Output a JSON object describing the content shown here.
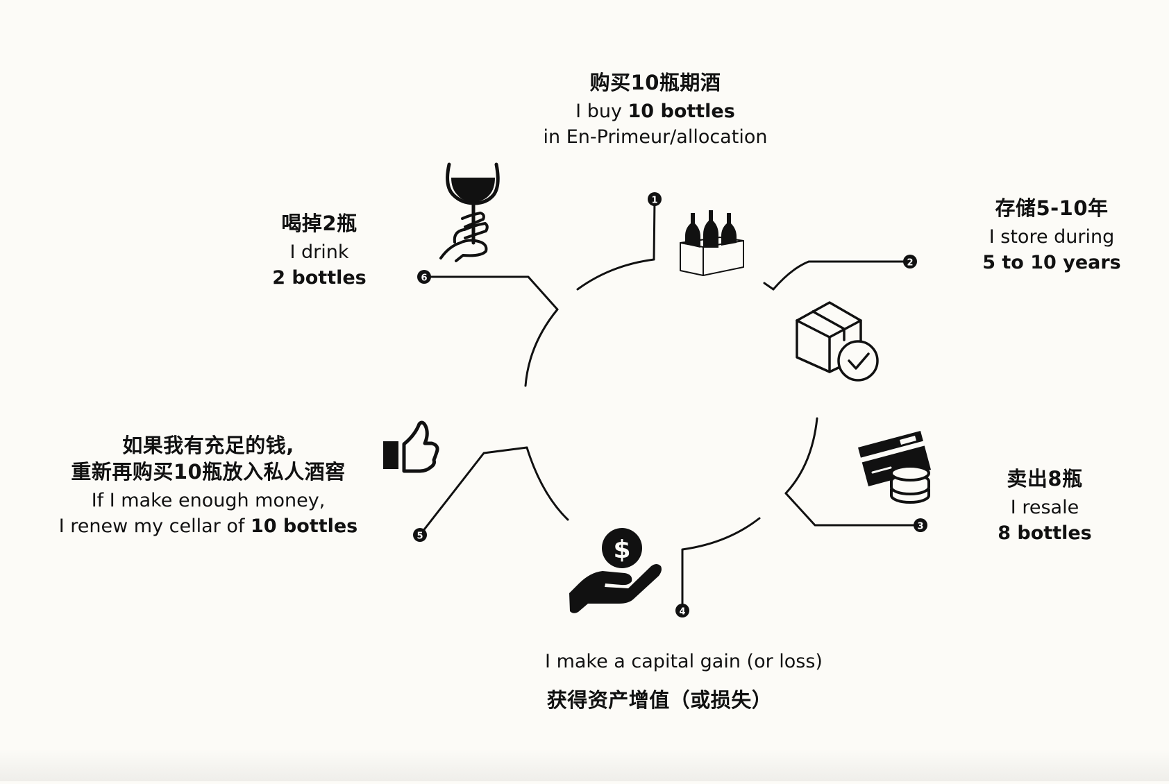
{
  "steps": [
    {
      "number": "1",
      "zh": "购买10瓶期酒",
      "en_line1_pre": "I buy ",
      "en_line1_bold": "10 bottles",
      "en_line2": "in En-Primeur/allocation",
      "icon": "wine-crate-icon"
    },
    {
      "number": "2",
      "zh": "存储5-10年",
      "en_line1": "I store during",
      "en_line2_bold": "5 to 10 years",
      "icon": "box-checkmark-icon"
    },
    {
      "number": "3",
      "zh": "卖出8瓶",
      "en_line1": "I resale",
      "en_line2_bold": "8 bottles",
      "icon": "credit-card-coins-icon"
    },
    {
      "number": "4",
      "en_line1": "I make a capital gain (or loss)",
      "zh": "获得资产增值（或损失）",
      "icon": "hand-dollar-coin-icon"
    },
    {
      "number": "5",
      "zh_line1": "如果我有充足的钱,",
      "zh_line2": "重新再购买10瓶放入私人酒窖",
      "en_line1": "If I make enough money,",
      "en_line2_pre": "I renew my cellar of ",
      "en_line2_bold": "10 bottles",
      "icon": "thumbs-up-icon"
    },
    {
      "number": "6",
      "zh": "喝掉2瓶",
      "en_line1": "I drink",
      "en_line2_bold": "2 bottles",
      "icon": "wine-glass-hand-icon"
    }
  ],
  "colors": {
    "background": "#fcfbf7",
    "ink": "#111111"
  }
}
